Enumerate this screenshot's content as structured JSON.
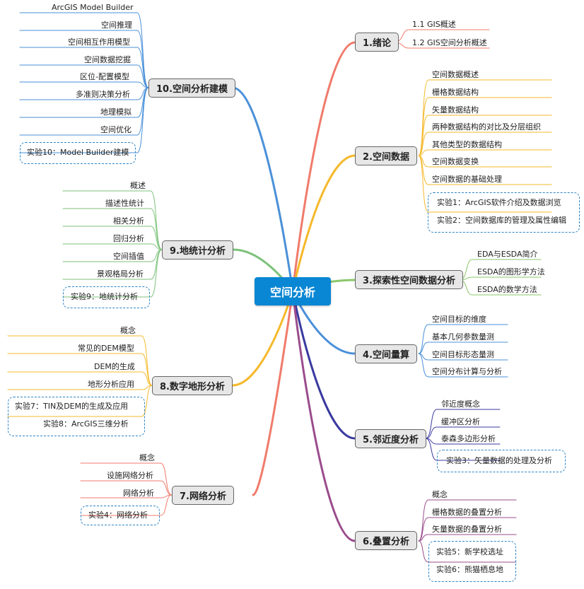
{
  "center": "空间分析",
  "topics": {
    "t1": {
      "label": "1.绪论",
      "items": [
        "1.1 GIS概述",
        "1.2 GIS空间分析概述"
      ]
    },
    "t2": {
      "label": "2.空间数据",
      "items": [
        "空间数据概述",
        "栅格数据结构",
        "矢量数据结构",
        "两种数据结构的对比及分层组织",
        "其他类型的数据结构",
        "空间数据变换",
        "空间数据的基础处理"
      ],
      "labs": [
        "实验1：ArcGIS软件介绍及数据浏览",
        "实验2：空间数据库的管理及属性编辑"
      ]
    },
    "t3": {
      "label": "3.探索性空间数据分析",
      "items": [
        "EDA与ESDA简介",
        "ESDA的图形学方法",
        "ESDA的数学方法"
      ]
    },
    "t4": {
      "label": "4.空间量算",
      "items": [
        "空间目标的维度",
        "基本几何参数量测",
        "空间目标形态量测",
        "空间分布计算与分析"
      ]
    },
    "t5": {
      "label": "5.邻近度分析",
      "items": [
        "邻近度概念",
        "缓冲区分析",
        "泰森多边形分析"
      ],
      "labs": [
        "实验3：矢量数据的处理及分析"
      ]
    },
    "t6": {
      "label": "6.叠置分析",
      "items": [
        "概念",
        "栅格数据的叠置分析",
        "矢量数据的叠置分析"
      ],
      "labs": [
        "实验5：新学校选址",
        "实验6：熊猫栖息地"
      ]
    },
    "t7": {
      "label": "7.网络分析",
      "items": [
        "概念",
        "设施网络分析",
        "网络分析"
      ],
      "labs": [
        "实验4：网络分析"
      ]
    },
    "t8": {
      "label": "8.数字地形分析",
      "items": [
        "概念",
        "常见的DEM模型",
        "DEM的生成",
        "地形分析应用"
      ],
      "labs": [
        "实验7：TIN及DEM的生成及应用",
        "实验8：ArcGIS三维分析"
      ]
    },
    "t9": {
      "label": "9.地统计分析",
      "items": [
        "概述",
        "描述性统计",
        "相关分析",
        "回归分析",
        "空间插值",
        "景观格局分析"
      ],
      "labs": [
        "实验9：地统计分析"
      ]
    },
    "t10": {
      "label": "10.空间分析建模",
      "items": [
        "ArcGIS Model Builder",
        "空间推理",
        "空间相互作用模型",
        "空间数据挖掘",
        "区位-配置模型",
        "多准则决策分析",
        "地理模拟",
        "空间优化"
      ],
      "labs": [
        "实验10：Model Builder建模"
      ]
    }
  },
  "colors": {
    "t1": "#f07b6b",
    "t2": "#f5b92c",
    "t3": "#8ac76a",
    "t4": "#4a90d9",
    "t5": "#3a3aa0",
    "t6": "#9a4c8c",
    "t7": "#f07b6b",
    "t8": "#f5b92c",
    "t9": "#7cc27a",
    "t10": "#4a90d9",
    "center": "#0a87d4",
    "lab_border": "#2b84c6"
  }
}
